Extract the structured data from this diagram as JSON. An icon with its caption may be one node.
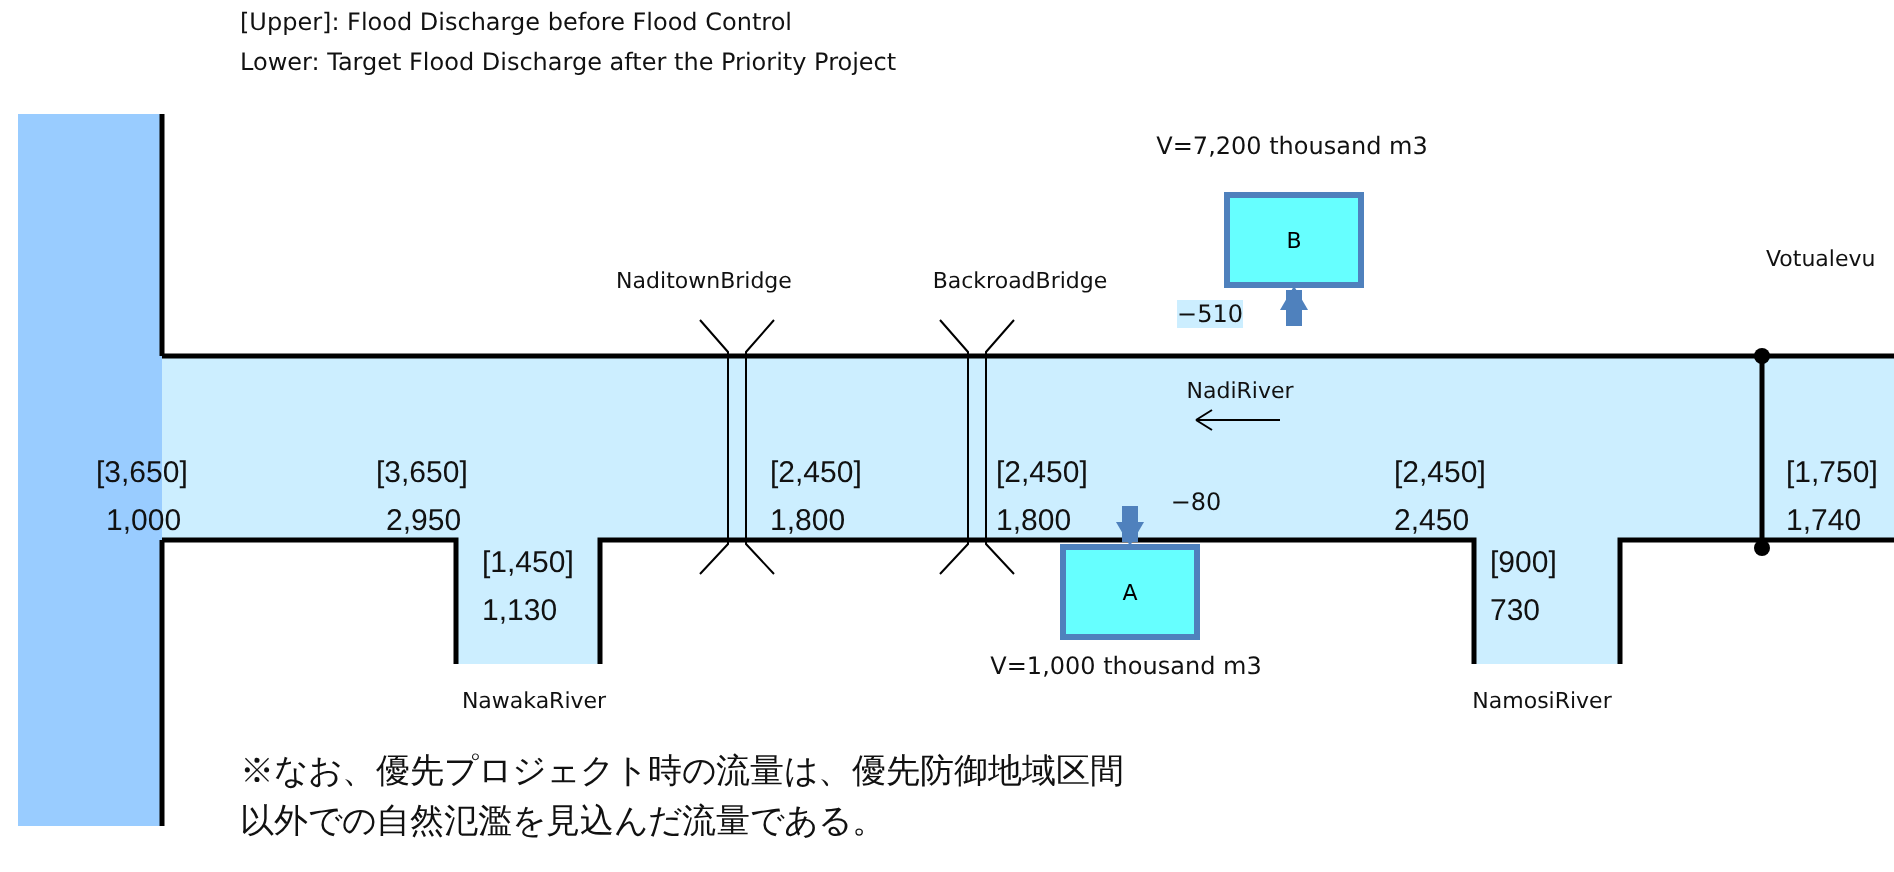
{
  "diagram": {
    "nodes": [
      {
        "text": [
          "B"
        ],
        "beside": [
          "V=7,200 thousand m3"
        ]
      },
      {
        "text": [
          "A"
        ],
        "beside": [
          "V=1,000 thousand m3"
        ]
      }
    ],
    "edges": [
      {
        "from": null,
        "to": 0,
        "arrow": "to",
        "label": "−510"
      },
      {
        "from": null,
        "to": 1,
        "arrow": "to",
        "label": "−80"
      }
    ],
    "labels": [
      "[Upper]: Flood Discharge before Flood Control",
      "Lower: Target Flood Discharge after the Priority Project",
      "NaditownBridge",
      "BackroadBridge",
      "Votualevu",
      "[3,650]",
      "1,000",
      "[3,650]",
      "2,950",
      "[2,450]",
      "1,800",
      "[2,450]",
      "1,800",
      "NadiRiver",
      "[2,450]",
      "2,450",
      "[1,750]",
      "1,740",
      "[1,450]",
      "1,130",
      "[900]",
      "730",
      "NawakaRiver",
      "NamosiRiver",
      "※なお、優先プロジェクト時の流量は、優先防御地域区間以外での自然氾濫を見込んだ流量である。"
    ]
  }
}
